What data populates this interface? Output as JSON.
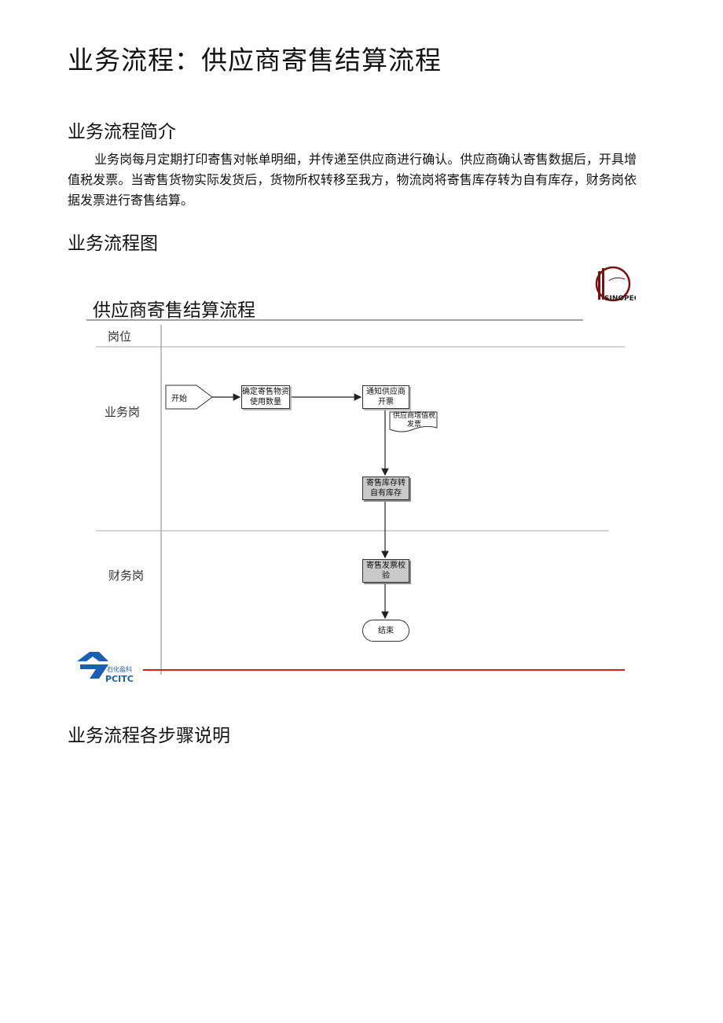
{
  "title": "业务流程：供应商寄售结算流程",
  "sections": {
    "intro_heading": "业务流程简介",
    "intro_text": "业务岗每月定期打印寄售对帐单明细，并传递至供应商进行确认。供应商确认寄售数据后，开具增值税发票。当寄售货物实际发货后，货物所权转移至我方，物流岗将寄售库存转为自有库存，财务岗依据发票进行寄售结算。",
    "diagram_heading": "业务流程图",
    "steps_heading": "业务流程各步骤说明"
  },
  "flowchart": {
    "title": "供应商寄售结算流程",
    "header_label": "岗位",
    "lanes": {
      "business": "业务岗",
      "finance": "财务岗"
    },
    "nodes": {
      "start": "开始",
      "confirm": "确定寄售物资使用数量",
      "notify": "通知供应商开票",
      "invoice_doc": "供应商增值税发票",
      "transfer": "寄售库存转自有库存",
      "verify": "寄售发票校验",
      "end": "结束"
    },
    "logos": {
      "pcitc_cn": "石化盈科",
      "pcitc_en": "PCITC",
      "sinopec_en": "SINOPEC"
    }
  }
}
